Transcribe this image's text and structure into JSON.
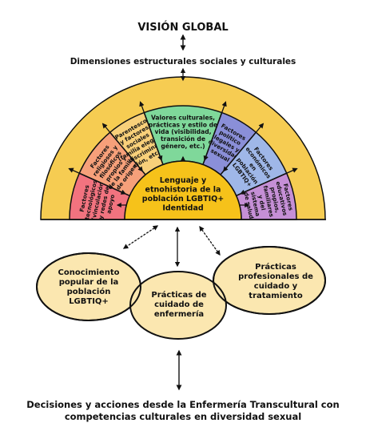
{
  "title": "VISIÓN GLOBAL",
  "dimensions": "Dimensiones estructurales sociales y culturales",
  "sectors": [
    {
      "id": "tecnologicos",
      "label": [
        "Factores",
        "tecnológicos",
        "(vinculación",
        "y redes de",
        "apoyo"
      ],
      "color": "#f2737f"
    },
    {
      "id": "religiosos",
      "label": [
        "Factores",
        "religiosos y",
        "filosóficos",
        "propios y",
        "de la familia",
        "de origen"
      ],
      "color": "#f6a07a"
    },
    {
      "id": "parentesco",
      "label": [
        "Parentesco",
        "y factores",
        "sociales",
        "(familia elegida,",
        "discrimina-",
        "ción, etc.)"
      ],
      "color": "#f8d07a"
    },
    {
      "id": "valores",
      "label": [
        "Valores culturales,",
        "prácticas y estilo de",
        "vida (visibilidad,",
        "transición de",
        "género, etc.)"
      ],
      "color": "#7fd89a"
    },
    {
      "id": "politicos",
      "label": [
        "Factores",
        "político",
        "legales y",
        "diversidad",
        "sexual"
      ],
      "color": "#8a8fd8"
    },
    {
      "id": "economicos",
      "label": [
        "Factores",
        "económicos",
        "en",
        "población",
        "LGBTIQ+"
      ],
      "color": "#9fb7e8"
    },
    {
      "id": "educativos",
      "label": [
        "Factores",
        "educativos",
        "propios,",
        "familiares",
        "y del",
        "sistema",
        "de salud"
      ],
      "color": "#c58fd6"
    }
  ],
  "center": [
    "Lenguaje y",
    "etnohistoria de la",
    "población LGBTIQ+",
    "Identidad"
  ],
  "circles": {
    "popular": [
      "Conocimiento",
      "popular de la",
      "población",
      "LGBTIQ+"
    ],
    "cuidado": [
      "Prácticas de",
      "cuidado de",
      "enfermería"
    ],
    "profesional": [
      "Prácticas",
      "profesionales de",
      "cuidado y",
      "tratamiento"
    ]
  },
  "conclusion": [
    "Decisiones y acciones desde la Enfermería Transcultural con",
    "competencias culturales en diversidad sexual"
  ],
  "colors": {
    "outer_band": "#f6cc52",
    "center_fill": "#f6c21a",
    "circle_fill": "#fbe7b0",
    "stroke": "#111111"
  }
}
